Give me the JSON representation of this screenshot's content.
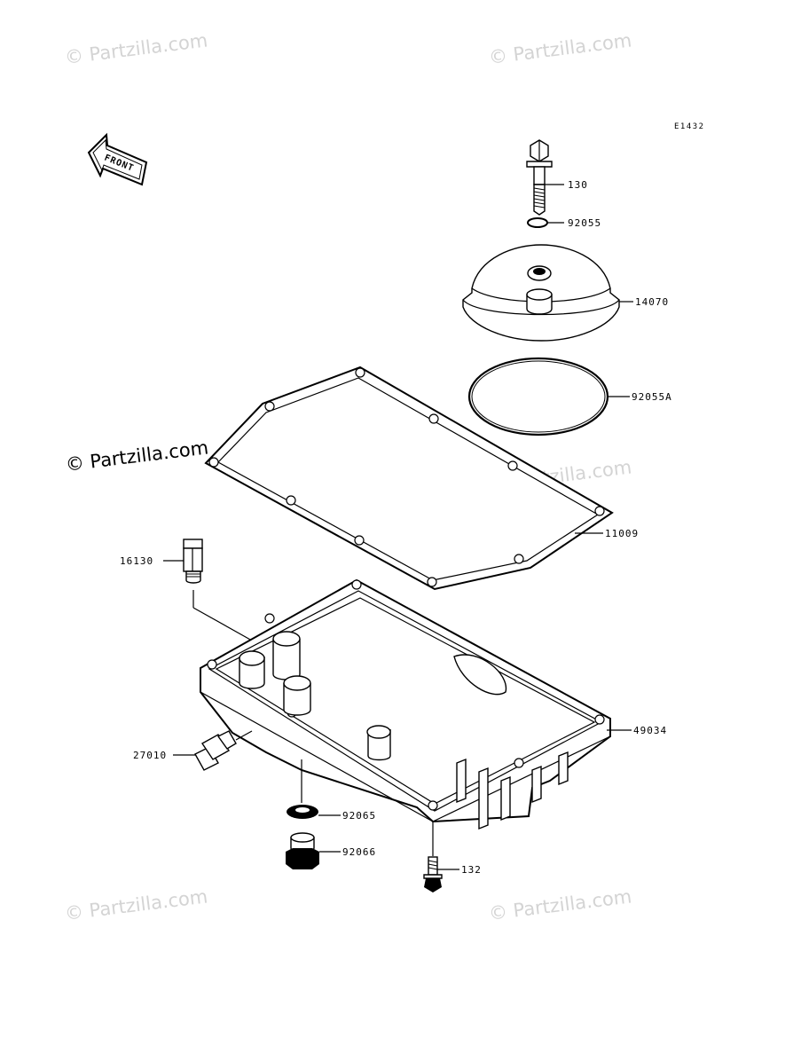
{
  "diagram_code": "E1432",
  "front_label": "FRONT",
  "watermark": "© Partzilla.com",
  "parts": {
    "p130": "130",
    "p92055": "92055",
    "p14070": "14070",
    "p92055A": "92055A",
    "p11009": "11009",
    "p16130": "16130",
    "p49034": "49034",
    "p27010": "27010",
    "p92065": "92065",
    "p92066": "92066",
    "p132": "132"
  },
  "colors": {
    "line": "#000000",
    "watermark": "#d4d4d4"
  }
}
